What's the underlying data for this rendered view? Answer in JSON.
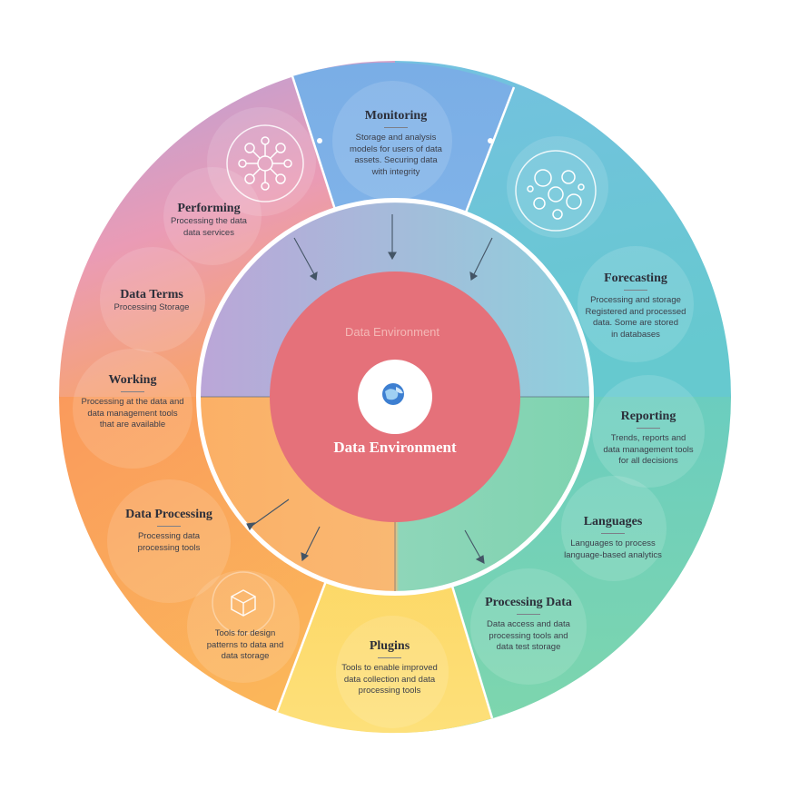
{
  "diagram": {
    "center": {
      "title": "Data Environment",
      "subtitle": "Data Environment",
      "icon": "globe-icon"
    },
    "segments": [
      {
        "id": "top",
        "title": "Monitoring",
        "desc": [
          "Storage and analysis",
          "models for users of data",
          "assets. Securing data",
          "with integrity"
        ],
        "color": "#7fb1e3"
      },
      {
        "id": "upper-right",
        "title": "Forecasting",
        "desc": [
          "Processing and storage",
          "Registered and processed",
          "data. Some are stored",
          "in databases"
        ],
        "color": "#6cc6d8"
      },
      {
        "id": "right",
        "title": "Reporting",
        "desc": [
          "Trends, reports and",
          "data management tools",
          "for all decisions"
        ],
        "color": "#6ccfbe"
      },
      {
        "id": "lower-right-a",
        "title": "Languages",
        "desc": [
          "Languages to process",
          "language-based analytics"
        ],
        "color": "#74d3b2"
      },
      {
        "id": "lower-right-b",
        "title": "Processing Data",
        "desc": [
          "Data access and data",
          "processing tools and",
          "data test storage"
        ],
        "color": "#7ed7ac"
      },
      {
        "id": "bottom",
        "title": "Plugins",
        "desc": [
          "Tools to enable improved",
          "data collection and data",
          "processing tools"
        ],
        "color": "#fbd65c"
      },
      {
        "id": "lower-left",
        "title": "",
        "desc": [
          "Tools for design",
          "patterns to data and",
          "data storage"
        ],
        "color": "#fb9f57"
      },
      {
        "id": "left-lower",
        "title": "Data Processing",
        "desc": [
          "Processing data",
          "processing tools"
        ],
        "color": "#fb9a5e"
      },
      {
        "id": "left",
        "title": "Working",
        "desc": [
          "Processing at the data and",
          "data management tools",
          "that are available"
        ],
        "color": "#f7a278"
      },
      {
        "id": "left-upper",
        "title": "Data Terms",
        "desc": [
          "Processing Storage"
        ],
        "color": "#ec9ab0"
      },
      {
        "id": "upper-left",
        "title": "Performing",
        "desc": [
          "Processing the data",
          "data services"
        ],
        "color": "#c1a4d6"
      }
    ],
    "icons": [
      "network-icon",
      "cells-icon",
      "cube-icon"
    ]
  }
}
